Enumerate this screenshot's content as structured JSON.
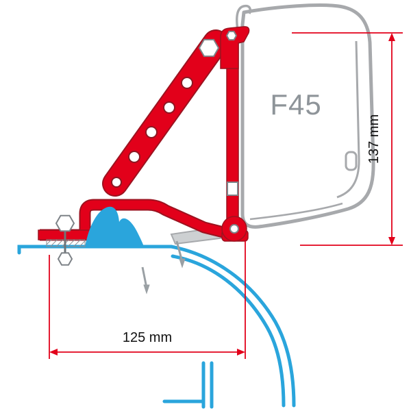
{
  "diagram": {
    "awning_label": "F45",
    "height_dimension": "137 mm",
    "width_dimension": "125 mm"
  },
  "colors": {
    "red": "#e2001a",
    "red_dark": "#9c1320",
    "blue": "#2aa5dc",
    "gray": "#a7a9ac",
    "gray_text": "#8e9499",
    "dim_text": "#111111",
    "bg": "#ffffff"
  }
}
